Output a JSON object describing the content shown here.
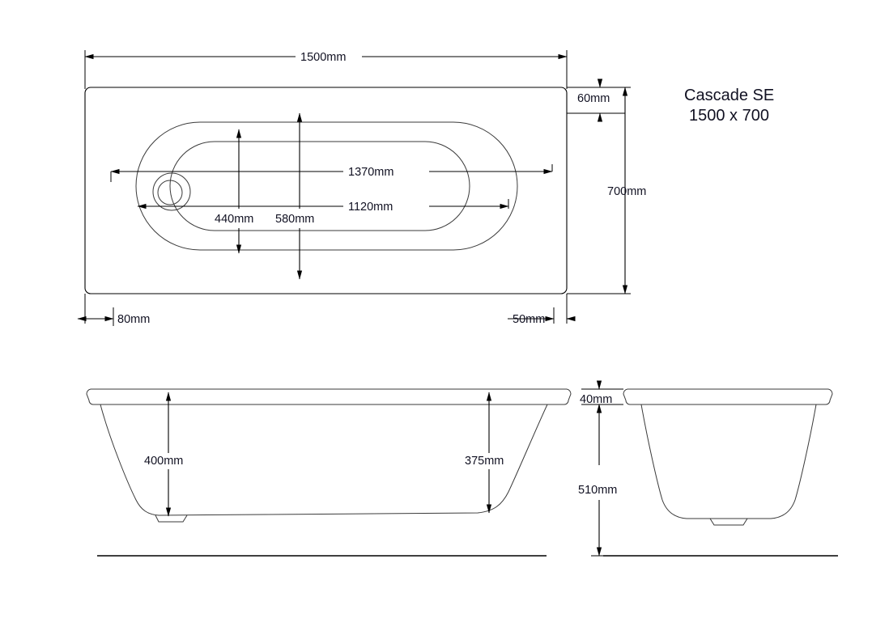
{
  "drawing": {
    "title_line1": "Cascade SE",
    "title_line2": "1500 x 700",
    "units": "mm",
    "colors": {
      "line": "#000000",
      "soft_line": "#3a3a3a",
      "text": "#111122",
      "background": "#ffffff"
    }
  },
  "views": {
    "plan": {
      "name": "plan-view",
      "dimensions": {
        "overall_length": "1500mm",
        "overall_width": "700mm",
        "rim_top": "60mm",
        "inner_length_outer_oval": "1370mm",
        "inner_length_inner_oval": "1120mm",
        "inner_width_inner": "440mm",
        "inner_width_outer": "580mm",
        "offset_left": "80mm",
        "offset_right": "50mm"
      }
    },
    "side_elevation": {
      "name": "side-elevation-view",
      "dimensions": {
        "depth_left": "400mm",
        "depth_right": "375mm"
      }
    },
    "end_elevation": {
      "name": "end-elevation-view",
      "dimensions": {
        "rim_thickness": "40mm",
        "overall_height": "510mm"
      }
    }
  },
  "labels": {
    "len_1500": "1500mm",
    "width_700": "700mm",
    "rim_60": "60mm",
    "len_1370": "1370mm",
    "len_1120": "1120mm",
    "width_440": "440mm",
    "width_580": "580mm",
    "off_80": "80mm",
    "off_50": "50mm",
    "depth_400": "400mm",
    "depth_375": "375mm",
    "rim_40": "40mm",
    "height_510": "510mm"
  }
}
